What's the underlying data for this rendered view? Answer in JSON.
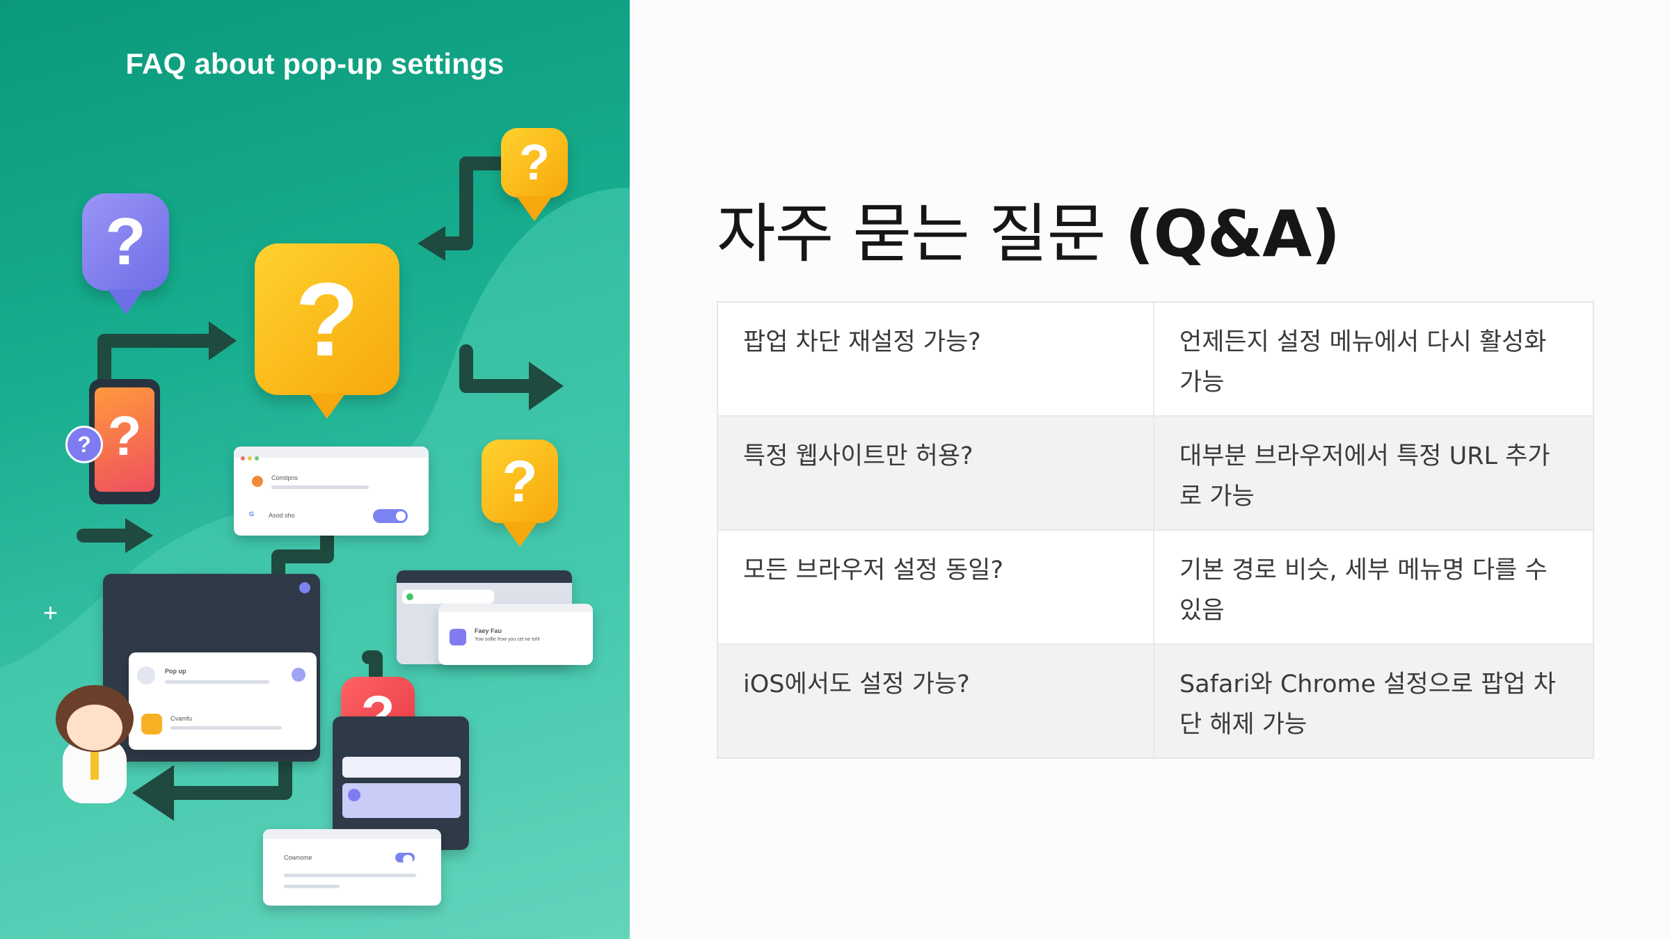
{
  "illustration": {
    "title": "FAQ about pop-up settings",
    "bubble_glyph": "?",
    "window_texts": {
      "card1_name": "Comitpns",
      "card1_sub": "Asod sho",
      "card2_title": "Faey Fau",
      "card2_sub": "Yow sollle frow you cet ne tohl",
      "popup_title": "Pop up",
      "popup_row": "Cvamfu",
      "bottom_card": "Cownome",
      "plus": "+"
    }
  },
  "main": {
    "heading_plain": "자주 묻는 질문 ",
    "heading_bold": "(Q&A)",
    "faq": [
      {
        "q": "팝업 차단 재설정 가능?",
        "a": "언제든지 설정 메뉴에서 다시 활성화 가능"
      },
      {
        "q": "특정 웹사이트만 허용?",
        "a": "대부분 브라우저에서 특정 URL 추가로 가능"
      },
      {
        "q": "모든 브라우저 설정 동일?",
        "a": "기본 경로 비슷, 세부 메뉴명 다를 수 있음"
      },
      {
        "q": "iOS에서도 설정 가능?",
        "a": "Safari와 Chrome 설정으로 팝업 차단 해제 가능"
      }
    ]
  },
  "colors": {
    "panel_gradient_start": "#0a9a7a",
    "panel_gradient_end": "#7ddcc8",
    "bubble_yellow": "#f7a80c",
    "bubble_purple": "#6e6ee6",
    "bubble_red": "#e63946",
    "arrow_dark": "#1f4a40",
    "heading_text": "#161616",
    "row_shade": "#f2f2f2"
  }
}
